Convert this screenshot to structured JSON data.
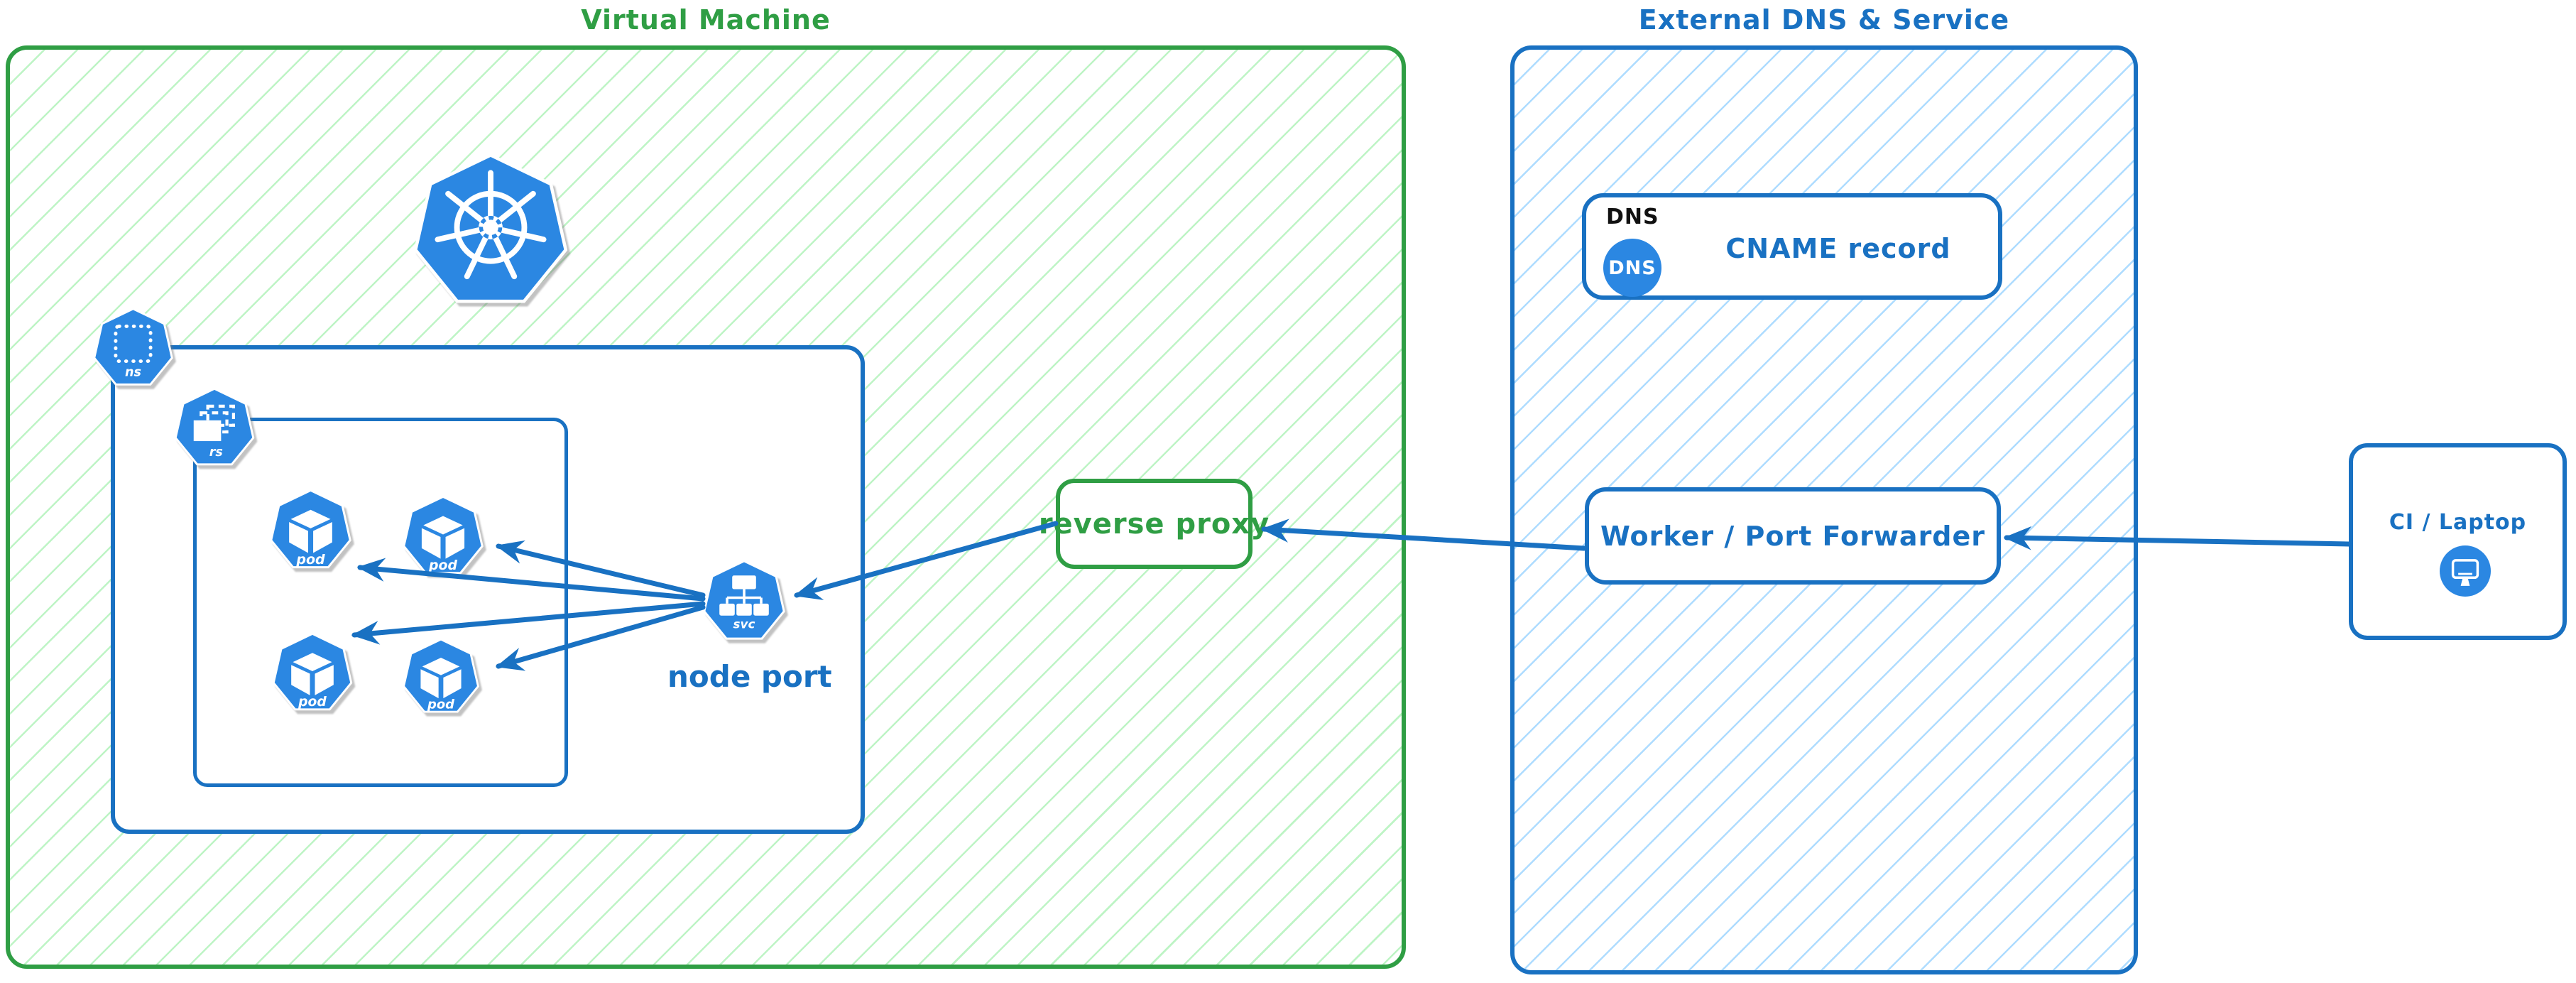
{
  "vm_group": {
    "title": "Virtual Machine"
  },
  "external_group": {
    "title": "External DNS & Service"
  },
  "kubernetes": {
    "logo": "kubernetes-logo",
    "namespace_label": "ns",
    "replicaset_label": "rs",
    "pod_labels": [
      "pod",
      "pod",
      "pod",
      "pod"
    ],
    "service_label": "svc",
    "service_caption": "node port"
  },
  "reverse_proxy": {
    "label": "reverse proxy"
  },
  "dns_card": {
    "tag": "DNS",
    "badge": "DNS",
    "label": "CNAME record"
  },
  "worker": {
    "label": "Worker / Port Forwarder"
  },
  "client": {
    "label": "CI / Laptop"
  },
  "colors": {
    "green_border": "#2f9e44",
    "green_hatch": "#b2f2bb",
    "blue_border": "#1971c2",
    "blue_hatch": "#a5d8ff",
    "icon_fill": "#2b87e2"
  },
  "connections": [
    {
      "from": "node-port-service",
      "to": "pod-1"
    },
    {
      "from": "node-port-service",
      "to": "pod-2"
    },
    {
      "from": "node-port-service",
      "to": "pod-3"
    },
    {
      "from": "node-port-service",
      "to": "pod-4"
    },
    {
      "from": "reverse-proxy",
      "to": "node-port-service"
    },
    {
      "from": "worker-port-forwarder",
      "to": "reverse-proxy"
    },
    {
      "from": "ci-laptop",
      "to": "worker-port-forwarder"
    }
  ]
}
